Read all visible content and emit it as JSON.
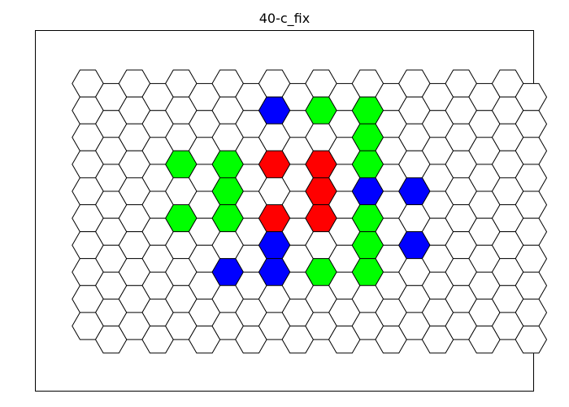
{
  "title": "40-c_fix",
  "board": {
    "columns": 10,
    "rows": 10,
    "default_fill": "#ffffff",
    "stroke": "#000000",
    "colors": {
      "blue": "#0000ff",
      "green": "#00ff00",
      "red": "#ff0000"
    },
    "filled_cells": [
      {
        "col": 3,
        "row": 5,
        "color": "blue"
      },
      {
        "col": 4,
        "row": 5,
        "color": "blue"
      },
      {
        "col": 3,
        "row": 6,
        "color": "blue"
      },
      {
        "col": 4,
        "row": 6,
        "color": "blue"
      },
      {
        "col": 3,
        "row": 7,
        "color": "blue"
      },
      {
        "col": 4,
        "row": 7,
        "color": "blue"
      },
      {
        "col": 6,
        "row": 4,
        "color": "blue"
      },
      {
        "col": 7,
        "row": 4,
        "color": "blue"
      },
      {
        "col": 6,
        "row": 5,
        "color": "blue"
      },
      {
        "col": 7,
        "row": 5,
        "color": "blue"
      },
      {
        "col": 6,
        "row": 6,
        "color": "blue"
      },
      {
        "col": 7,
        "row": 6,
        "color": "blue"
      },
      {
        "col": 4,
        "row": 1,
        "color": "blue"
      },
      {
        "col": 5,
        "row": 1,
        "color": "blue"
      },
      {
        "col": 4,
        "row": 2,
        "color": "blue"
      },
      {
        "col": 5,
        "row": 2,
        "color": "blue"
      },
      {
        "col": 4,
        "row": 3,
        "color": "blue"
      },
      {
        "col": 5,
        "row": 3,
        "color": "blue"
      },
      {
        "col": 5,
        "row": 5,
        "color": "green"
      },
      {
        "col": 6,
        "row": 5,
        "color": "green"
      },
      {
        "col": 5,
        "row": 6,
        "color": "green"
      },
      {
        "col": 6,
        "row": 6,
        "color": "green"
      },
      {
        "col": 5,
        "row": 7,
        "color": "green"
      },
      {
        "col": 6,
        "row": 7,
        "color": "green"
      },
      {
        "col": 2,
        "row": 3,
        "color": "green"
      },
      {
        "col": 3,
        "row": 3,
        "color": "green"
      },
      {
        "col": 2,
        "row": 4,
        "color": "green"
      },
      {
        "col": 3,
        "row": 4,
        "color": "green"
      },
      {
        "col": 2,
        "row": 5,
        "color": "green"
      },
      {
        "col": 3,
        "row": 5,
        "color": "green"
      },
      {
        "col": 5,
        "row": 1,
        "color": "green"
      },
      {
        "col": 6,
        "row": 1,
        "color": "green"
      },
      {
        "col": 5,
        "row": 2,
        "color": "green"
      },
      {
        "col": 6,
        "row": 2,
        "color": "green"
      },
      {
        "col": 5,
        "row": 3,
        "color": "green"
      },
      {
        "col": 6,
        "row": 3,
        "color": "green"
      },
      {
        "col": 4,
        "row": 3,
        "color": "red"
      },
      {
        "col": 5,
        "row": 3,
        "color": "red"
      },
      {
        "col": 4,
        "row": 4,
        "color": "red"
      },
      {
        "col": 5,
        "row": 4,
        "color": "red"
      },
      {
        "col": 4,
        "row": 5,
        "color": "red"
      },
      {
        "col": 5,
        "row": 5,
        "color": "red"
      }
    ],
    "empty_centers": [
      {
        "col": 4,
        "row": 2
      },
      {
        "col": 5,
        "row": 2
      },
      {
        "col": 2,
        "row": 4
      },
      {
        "col": 4,
        "row": 4
      },
      {
        "col": 7,
        "row": 5
      },
      {
        "col": 3,
        "row": 6
      },
      {
        "col": 5,
        "row": 6
      }
    ]
  }
}
